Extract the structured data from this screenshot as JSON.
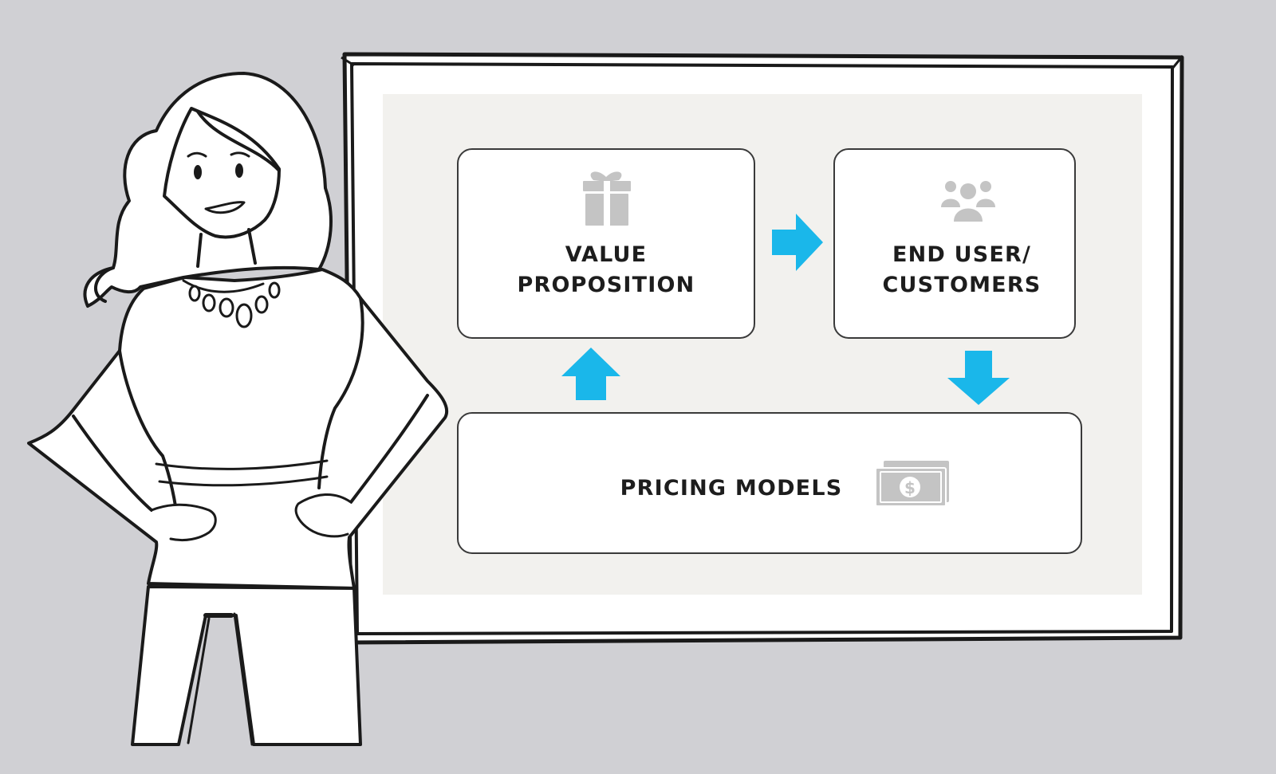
{
  "diagram": {
    "value_box": {
      "label_lines": [
        "VALUE",
        "PROPOSITION"
      ],
      "icon": "gift-icon"
    },
    "customer_box": {
      "label_lines": [
        "END USER/",
        "CUSTOMERS"
      ],
      "icon": "users-icon"
    },
    "pricing_box": {
      "label": "PRICING MODELS",
      "icon": "money-icon"
    },
    "colors": {
      "arrow": "#1ab7ea",
      "icon": "#c4c4c4",
      "board_inner": "#f2f1ee",
      "background": "#d0d0d4"
    }
  }
}
